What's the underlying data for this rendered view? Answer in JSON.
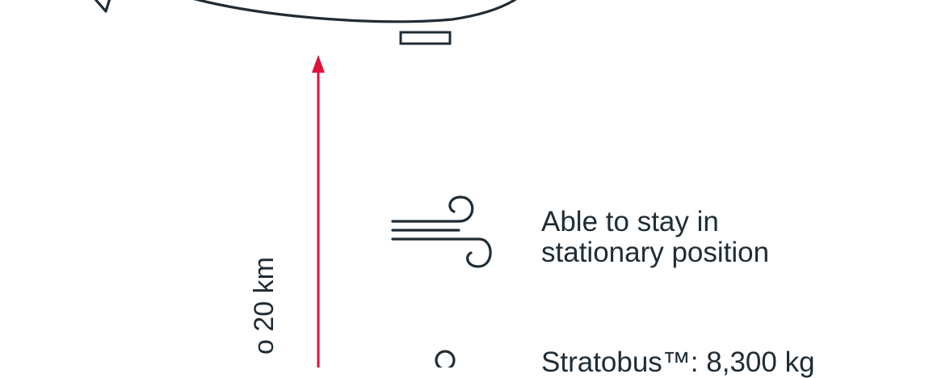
{
  "diagram": {
    "altitude_label": "o 20 km",
    "features": [
      {
        "icon": "wind-icon",
        "line1": "Able to stay in",
        "line2": "stationary position"
      },
      {
        "icon": "weight-icon",
        "line1": "Stratobus™: 8,300 kg",
        "line2": ""
      }
    ],
    "colors": {
      "line": "#1f2c35",
      "arrow": "#e0103c"
    }
  }
}
